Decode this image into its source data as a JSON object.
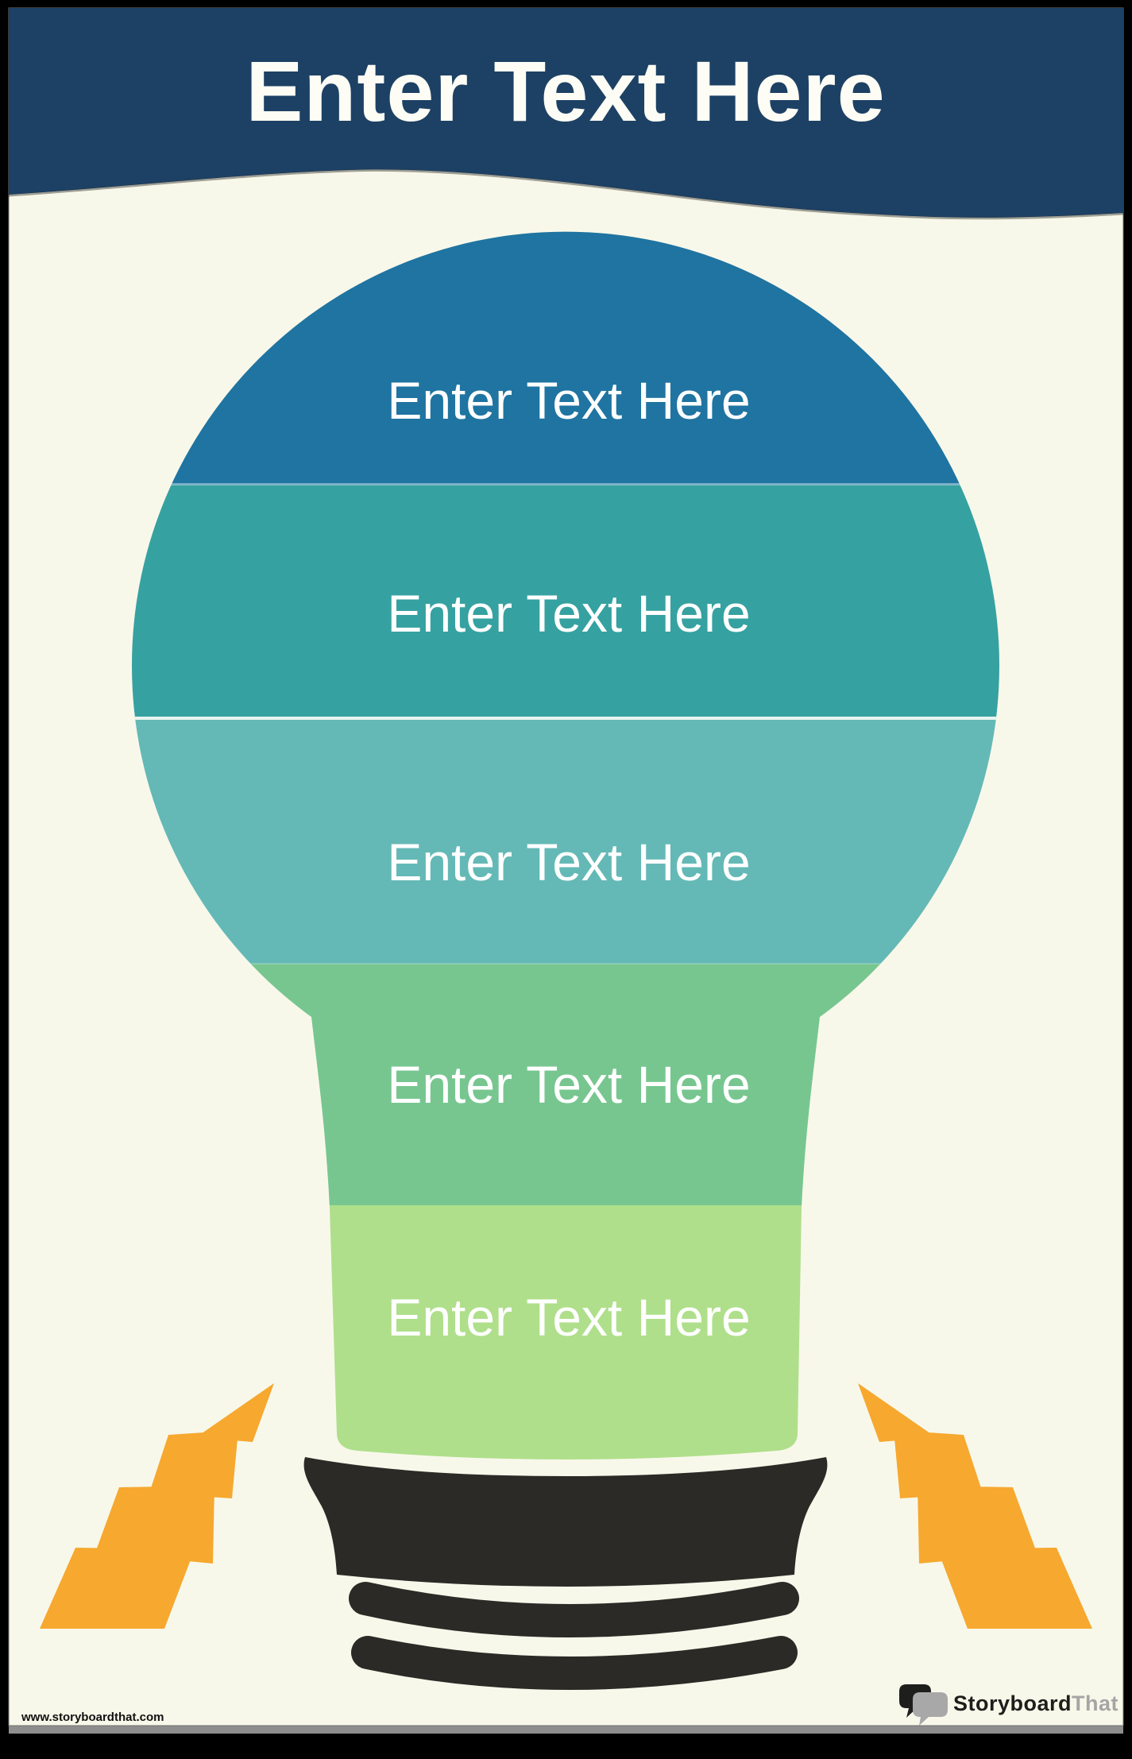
{
  "poster": {
    "title": "Enter Text Here",
    "title_color": "#fdfdf6",
    "header_color": "#1d4164",
    "page_color": "#f8f8ea",
    "frame_color": "#000000",
    "shadow_color": "#8e8e8e"
  },
  "bulb": {
    "label_color": "#ffffff",
    "base_color": "#2b2a26",
    "bands": [
      {
        "label": "Enter Text Here",
        "color": "#1f74a1"
      },
      {
        "label": "Enter Text Here",
        "color": "#36a1a1"
      },
      {
        "label": "Enter Text Here",
        "color": "#64b9b6"
      },
      {
        "label": "Enter Text Here",
        "color": "#77c690"
      },
      {
        "label": "Enter Text Here",
        "color": "#afdf8b"
      }
    ]
  },
  "bolts": {
    "color": "#f6a82f"
  },
  "footer": {
    "url": "www.storyboardthat.com",
    "url_color": "#111111",
    "logo": {
      "storyboard": "Storyboard",
      "that": "That",
      "storyboard_color": "#1e1e1c",
      "that_color": "#a5a5a5",
      "bubble_front_color": "#a8a8a8"
    }
  }
}
